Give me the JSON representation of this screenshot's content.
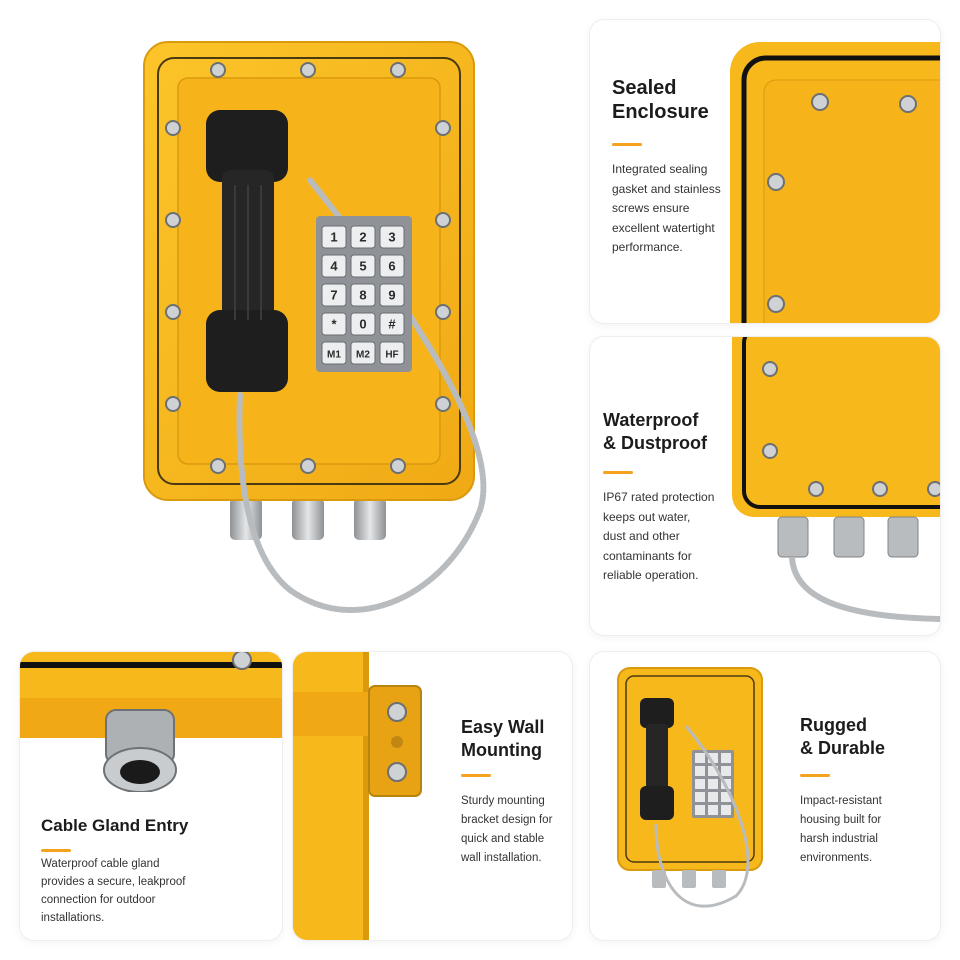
{
  "colors": {
    "accent": "#f4a321",
    "housing": "#f7b81c",
    "housing_dark": "#d99a0e",
    "handset": "#1e1e1e",
    "steel": "#b9bcbf",
    "keypad": "#8f9397"
  },
  "hero": {
    "keypad_keys": [
      "1",
      "2",
      "3",
      "4",
      "5",
      "6",
      "7",
      "8",
      "9",
      "*",
      "0",
      "#",
      "M1",
      "M2",
      "HF"
    ]
  },
  "features": {
    "sealed": {
      "title_lines": [
        "Sealed",
        "Enclosure"
      ],
      "desc_lines": [
        "Integrated sealing",
        "gasket and stainless",
        "screws ensure",
        "excellent watertight",
        "performance."
      ]
    },
    "waterproof": {
      "title_lines": [
        "Waterproof",
        "& Dustproof"
      ],
      "desc_lines": [
        "IP67 rated protection",
        "keeps out water,",
        "dust and other",
        "contaminants for",
        "reliable operation."
      ]
    },
    "cable": {
      "title_lines": [
        "Cable Gland Entry"
      ],
      "desc_lines": [
        "Waterproof cable gland",
        "provides a secure, leakproof",
        "connection for outdoor",
        "installations."
      ]
    },
    "wall": {
      "title_lines": [
        "Easy Wall",
        "Mounting"
      ],
      "desc_lines": [
        "Sturdy mounting",
        "bracket design for",
        "quick and stable",
        "wall installation."
      ]
    },
    "rugged": {
      "title_lines": [
        "Rugged",
        "& Durable"
      ],
      "desc_lines": [
        "Impact-resistant",
        "housing built for",
        "harsh industrial",
        "environments."
      ]
    }
  }
}
